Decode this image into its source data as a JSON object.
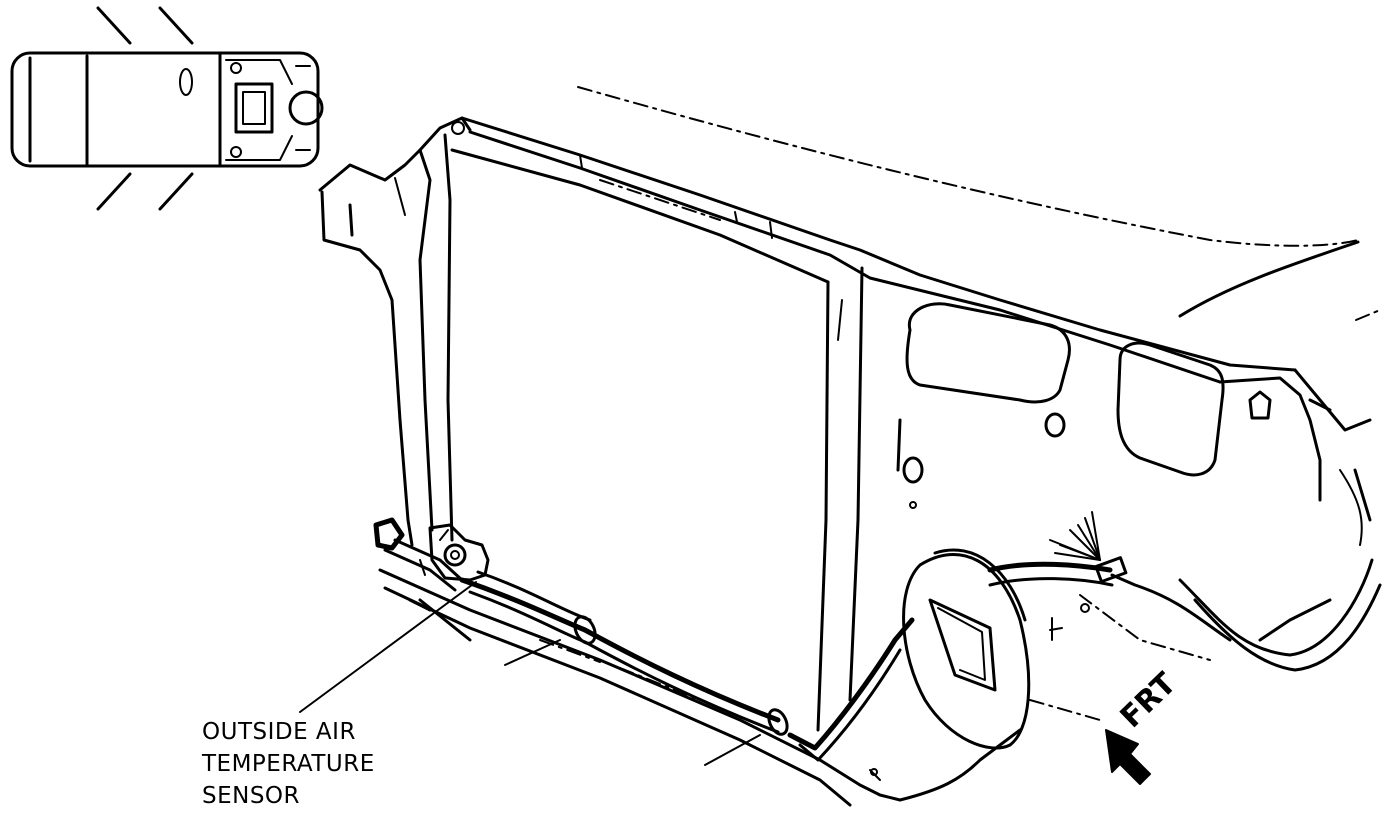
{
  "callout": {
    "line1": "OUTSIDE AIR",
    "line2": "TEMPERATURE",
    "line3": "SENSOR"
  },
  "direction_label": "FRT",
  "icons": {
    "locator": "vehicle-top-view-locator-icon",
    "direction": "front-direction-arrow-icon",
    "sensor": "temperature-sensor-icon"
  },
  "colors": {
    "ink": "#000000",
    "paper": "#ffffff"
  }
}
